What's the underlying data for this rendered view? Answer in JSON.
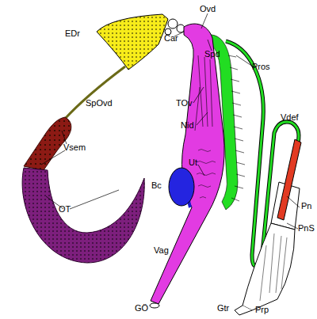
{
  "diagram": {
    "labels": [
      "EDr",
      "Car",
      "Ovd",
      "Spd",
      "Pros",
      "SpOvd",
      "TOv",
      "Vdef",
      "Nid",
      "Vsem",
      "Ut",
      "Bc",
      "OT",
      "Pn",
      "PnS",
      "Vag",
      "GÖ",
      "Gtr",
      "Prp"
    ]
  }
}
